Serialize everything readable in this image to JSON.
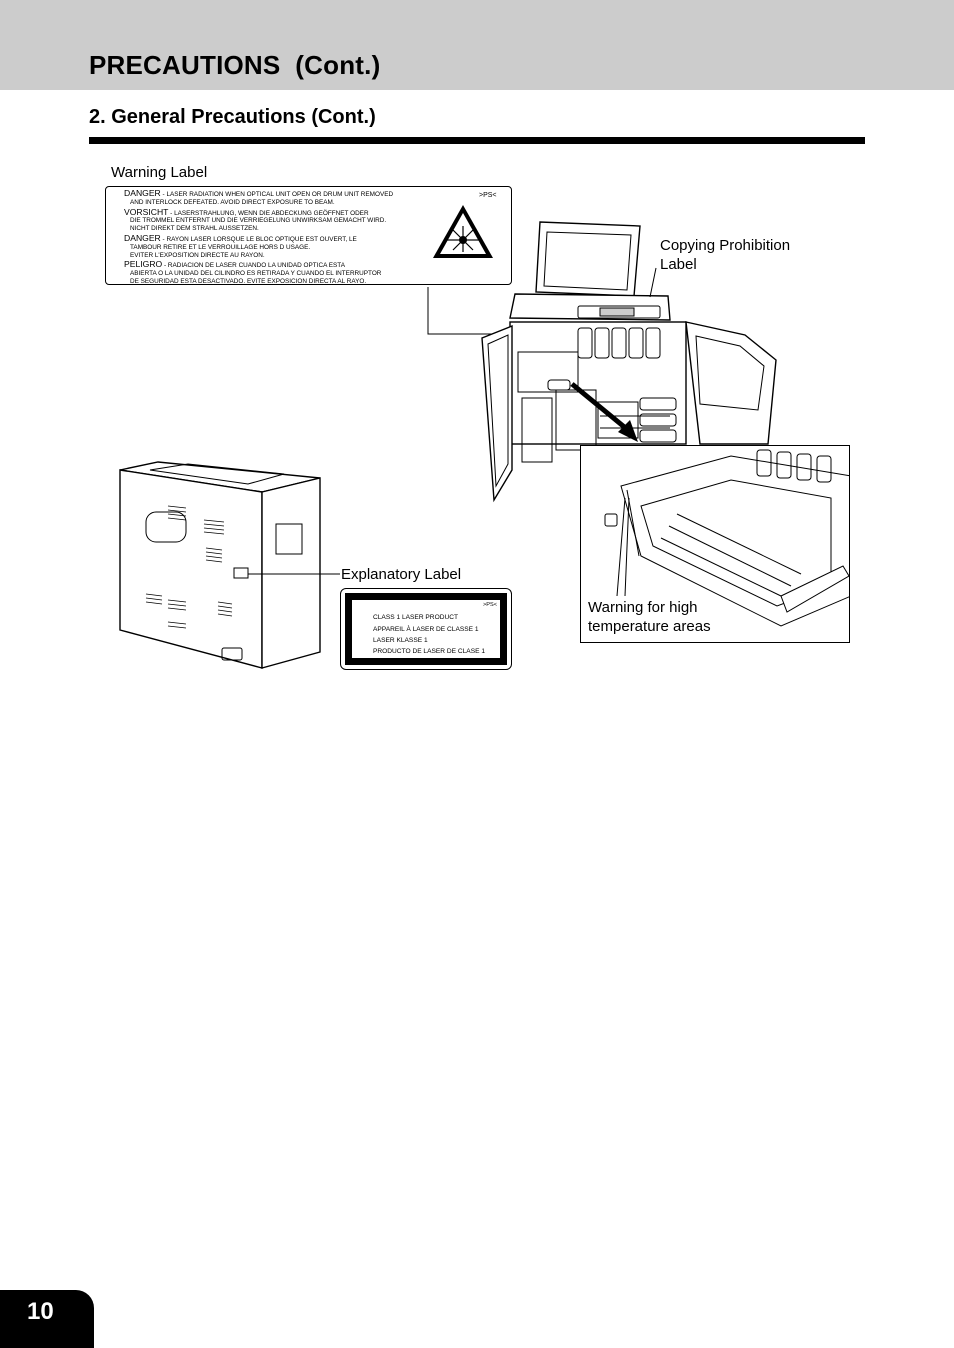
{
  "header": {
    "title": "PRECAUTIONS  (Cont.)"
  },
  "section": {
    "title": "2. General Precautions (Cont.)"
  },
  "figure": {
    "warning_label_caption": "Warning Label",
    "copying_label_caption_line1": "Copying Prohibition",
    "copying_label_caption_line2": "Label",
    "explanatory_label_caption": "Explanatory Label",
    "high_temp_caption_line1": "Warning for high",
    "high_temp_caption_line2": "temperature areas"
  },
  "warning_label": {
    "code": ">PS<",
    "danger_en_word": "DANGER",
    "danger_en_text1": " - LASER RADIATION WHEN OPTICAL UNIT OPEN OR DRUM UNIT REMOVED",
    "danger_en_text2": "AND INTERLOCK DEFEATED.  AVOID DIRECT EXPOSURE TO BEAM.",
    "vorsicht_word": "VORSICHT",
    "vorsicht_text1": " - LASERSTRAHLUNG, WENN DIE ABDECKUNG GEÖFFNET ODER",
    "vorsicht_text2": "DIE TROMMEL ENTFERNT UND DIE VERRIEGELUNG UNWIRKSAM GEMACHT WIRD.",
    "vorsicht_text3": "NICHT DIREKT DEM STRAHL AUSSETZEN.",
    "danger_fr_word": "DANGER",
    "danger_fr_text1": " - RAYON LASER LORSQUE LE BLOC OPTIQUE EST OUVERT, LE",
    "danger_fr_text2": "TAMBOUR RETIRE ET LE VERROUILLAGE HORS D USAGE.",
    "danger_fr_text3": "EVITER L'EXPOSITION DIRECTE AU RAYON.",
    "peligro_word": "PELIGRO",
    "peligro_text1": " - RADIACION DE LASER CUANDO LA UNIDAD OPTICA ESTA",
    "peligro_text2": "ABIERTA O LA UNIDAD DEL CILINDRO ES RETIRADA Y CUANDO EL INTERRUPTOR",
    "peligro_text3": "DE SEGURIDAD ESTA DESACTIVADO. EVITE EXPOSICION DIRECTA AL RAYO.",
    "icon": "laser-hazard-icon"
  },
  "explanatory_label": {
    "code": ">PS<",
    "line1": "CLASS 1 LASER PRODUCT",
    "line2": "APPAREIL À LASER DE CLASSE 1",
    "line3": "LASER KLASSE 1",
    "line4": "PRODUCTO DE LASER DE CLASE 1"
  },
  "footer": {
    "page_number": "10"
  }
}
